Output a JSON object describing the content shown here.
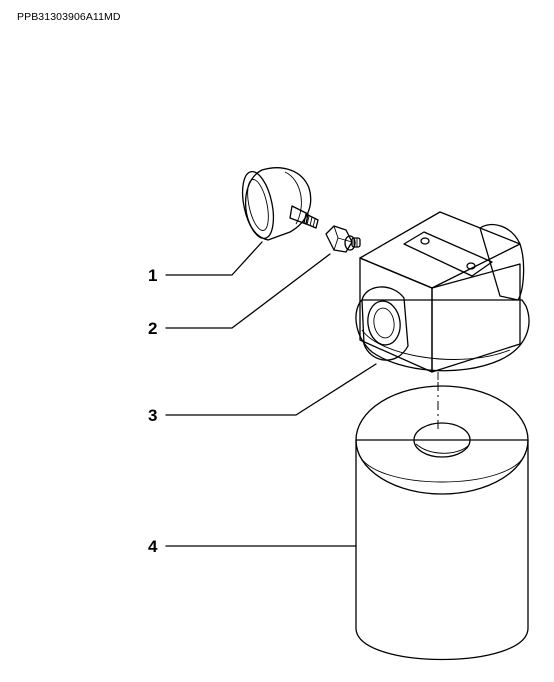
{
  "document": {
    "code": "PPB31303906A11MD"
  },
  "callouts": [
    {
      "number": "1"
    },
    {
      "number": "2"
    },
    {
      "number": "3"
    },
    {
      "number": "4"
    }
  ]
}
